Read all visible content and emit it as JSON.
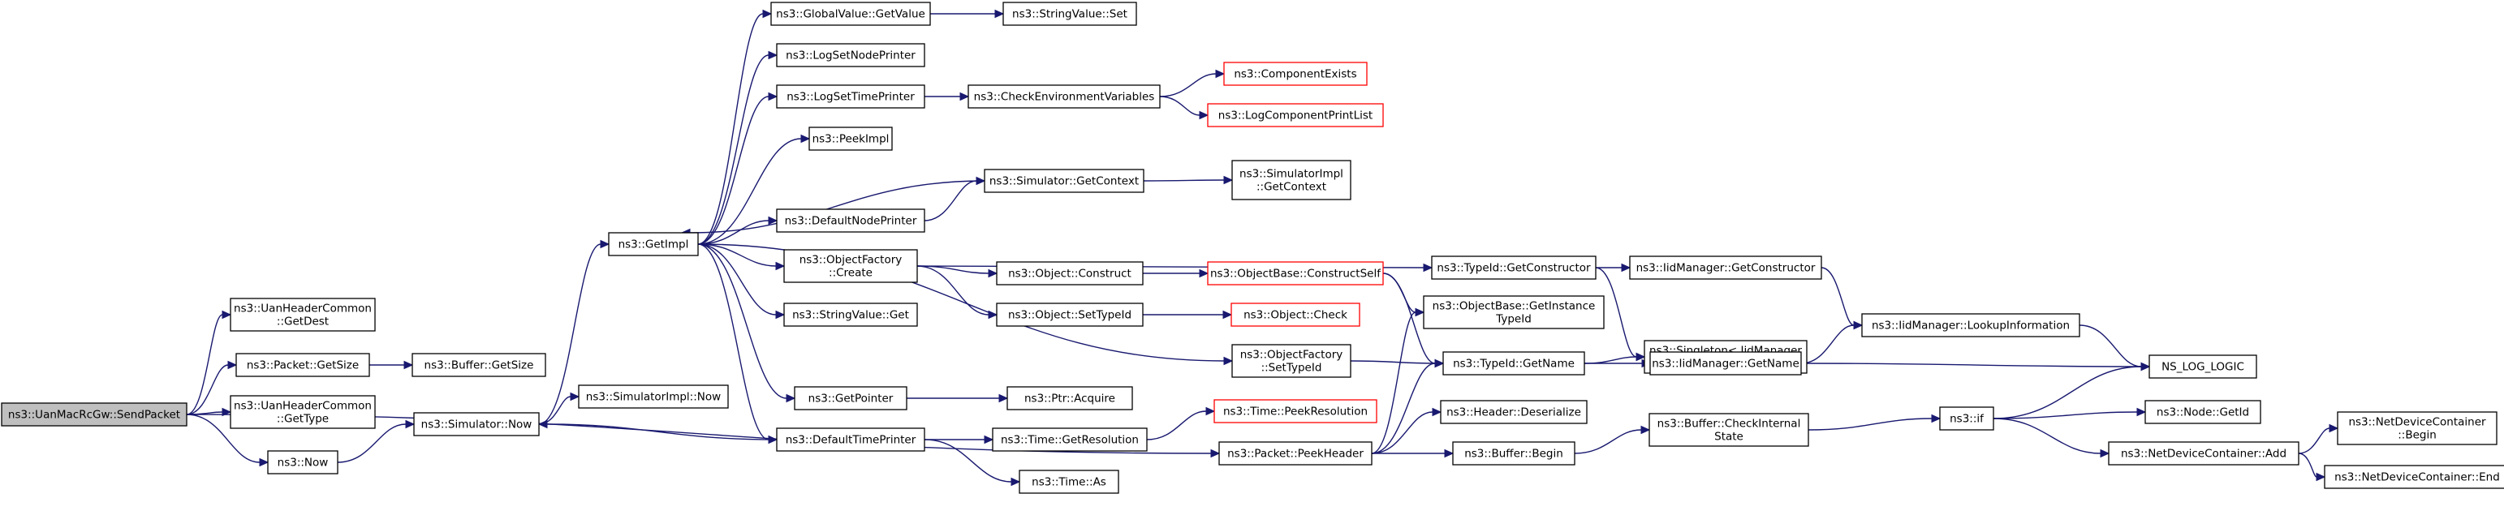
{
  "nodes": [
    {
      "id": "root",
      "lines": [
        "ns3::UanMacRcGw::SendPacket"
      ],
      "style": "root"
    },
    {
      "id": "getdest",
      "lines": [
        "ns3::UanHeaderCommon",
        "::GetDest"
      ]
    },
    {
      "id": "pkt_getsize",
      "lines": [
        "ns3::Packet::GetSize"
      ]
    },
    {
      "id": "buf_getsize",
      "lines": [
        "ns3::Buffer::GetSize"
      ]
    },
    {
      "id": "gettype",
      "lines": [
        "ns3::UanHeaderCommon",
        "::GetType"
      ]
    },
    {
      "id": "now",
      "lines": [
        "ns3::Now"
      ]
    },
    {
      "id": "sim_now",
      "lines": [
        "ns3::Simulator::Now"
      ]
    },
    {
      "id": "simimpl_now",
      "lines": [
        "ns3::SimulatorImpl::Now"
      ]
    },
    {
      "id": "getimpl",
      "lines": [
        "ns3::GetImpl"
      ]
    },
    {
      "id": "gv_getvalue",
      "lines": [
        "ns3::GlobalValue::GetValue"
      ]
    },
    {
      "id": "sv_set",
      "lines": [
        "ns3::StringValue::Set"
      ]
    },
    {
      "id": "logsetnode",
      "lines": [
        "ns3::LogSetNodePrinter"
      ]
    },
    {
      "id": "logsettime",
      "lines": [
        "ns3::LogSetTimePrinter"
      ]
    },
    {
      "id": "checkenv",
      "lines": [
        "ns3::CheckEnvironmentVariables"
      ]
    },
    {
      "id": "compexists",
      "lines": [
        "ns3::ComponentExists"
      ],
      "style": "red"
    },
    {
      "id": "logcomplist",
      "lines": [
        "ns3::LogComponentPrintList"
      ],
      "style": "red"
    },
    {
      "id": "peekimpl",
      "lines": [
        "ns3::PeekImpl"
      ]
    },
    {
      "id": "defnodeprinter",
      "lines": [
        "ns3::DefaultNodePrinter"
      ]
    },
    {
      "id": "sim_getcontext",
      "lines": [
        "ns3::Simulator::GetContext"
      ]
    },
    {
      "id": "simimpl_getcontext",
      "lines": [
        "ns3::SimulatorImpl",
        "::GetContext"
      ]
    },
    {
      "id": "of_create",
      "lines": [
        "ns3::ObjectFactory",
        "::Create"
      ]
    },
    {
      "id": "obj_construct",
      "lines": [
        "ns3::Object::Construct"
      ]
    },
    {
      "id": "ob_constructself",
      "lines": [
        "ns3::ObjectBase::ConstructSelf"
      ],
      "style": "red"
    },
    {
      "id": "obj_settypeid",
      "lines": [
        "ns3::Object::SetTypeId"
      ]
    },
    {
      "id": "obj_check",
      "lines": [
        "ns3::Object::Check"
      ],
      "style": "red"
    },
    {
      "id": "sv_get",
      "lines": [
        "ns3::StringValue::Get"
      ]
    },
    {
      "id": "of_settypeid",
      "lines": [
        "ns3::ObjectFactory",
        "::SetTypeId"
      ]
    },
    {
      "id": "getpointer",
      "lines": [
        "ns3::GetPointer"
      ]
    },
    {
      "id": "ptr_acquire",
      "lines": [
        "ns3::Ptr::Acquire"
      ]
    },
    {
      "id": "deftimeprinter",
      "lines": [
        "ns3::DefaultTimePrinter"
      ]
    },
    {
      "id": "time_getres",
      "lines": [
        "ns3::Time::GetResolution"
      ]
    },
    {
      "id": "time_peekres",
      "lines": [
        "ns3::Time::PeekResolution"
      ],
      "style": "red"
    },
    {
      "id": "time_as",
      "lines": [
        "ns3::Time::As"
      ]
    },
    {
      "id": "tid_getctor",
      "lines": [
        "ns3::TypeId::GetConstructor"
      ]
    },
    {
      "id": "ob_getinst",
      "lines": [
        "ns3::ObjectBase::GetInstance",
        "TypeId"
      ]
    },
    {
      "id": "tid_getname",
      "lines": [
        "ns3::TypeId::GetName"
      ]
    },
    {
      "id": "singleton_get",
      "lines": [
        "ns3::Singleton< IidManager",
        " >::Get"
      ]
    },
    {
      "id": "iid_getctor",
      "lines": [
        "ns3::IidManager::GetConstructor"
      ]
    },
    {
      "id": "iid_getname",
      "lines": [
        "ns3::IidManager::GetName"
      ]
    },
    {
      "id": "iid_lookup",
      "lines": [
        "ns3::IidManager::LookupInformation"
      ]
    },
    {
      "id": "ns_log_logic",
      "lines": [
        "NS_LOG_LOGIC"
      ]
    },
    {
      "id": "pkt_peekheader",
      "lines": [
        "ns3::Packet::PeekHeader"
      ]
    },
    {
      "id": "hdr_deserialize",
      "lines": [
        "ns3::Header::Deserialize"
      ]
    },
    {
      "id": "buf_begin",
      "lines": [
        "ns3::Buffer::Begin"
      ]
    },
    {
      "id": "buf_checkinternal",
      "lines": [
        "ns3::Buffer::CheckInternal",
        "State"
      ]
    },
    {
      "id": "if",
      "lines": [
        "ns3::if"
      ]
    },
    {
      "id": "node_getid",
      "lines": [
        "ns3::Node::GetId"
      ]
    },
    {
      "id": "ndc_add",
      "lines": [
        "ns3::NetDeviceContainer::Add"
      ]
    },
    {
      "id": "ndc_begin",
      "lines": [
        "ns3::NetDeviceContainer",
        "::Begin"
      ]
    },
    {
      "id": "ndc_end",
      "lines": [
        "ns3::NetDeviceContainer::End"
      ]
    }
  ],
  "edges": [
    [
      "root",
      "getdest"
    ],
    [
      "root",
      "pkt_getsize"
    ],
    [
      "root",
      "gettype"
    ],
    [
      "root",
      "now"
    ],
    [
      "root",
      "pkt_peekheader"
    ],
    [
      "pkt_getsize",
      "buf_getsize"
    ],
    [
      "now",
      "sim_now"
    ],
    [
      "sim_now",
      "getimpl"
    ],
    [
      "sim_now",
      "simimpl_now"
    ],
    [
      "getimpl",
      "gv_getvalue"
    ],
    [
      "getimpl",
      "logsetnode"
    ],
    [
      "getimpl",
      "logsettime"
    ],
    [
      "getimpl",
      "peekimpl"
    ],
    [
      "getimpl",
      "defnodeprinter"
    ],
    [
      "getimpl",
      "of_create"
    ],
    [
      "getimpl",
      "sv_get"
    ],
    [
      "getimpl",
      "of_settypeid"
    ],
    [
      "getimpl",
      "getpointer"
    ],
    [
      "getimpl",
      "deftimeprinter"
    ],
    [
      "gv_getvalue",
      "sv_set"
    ],
    [
      "logsettime",
      "checkenv"
    ],
    [
      "checkenv",
      "compexists"
    ],
    [
      "checkenv",
      "logcomplist"
    ],
    [
      "defnodeprinter",
      "sim_getcontext"
    ],
    [
      "sim_getcontext",
      "getimpl"
    ],
    [
      "sim_getcontext",
      "simimpl_getcontext"
    ],
    [
      "of_create",
      "obj_construct"
    ],
    [
      "of_create",
      "obj_settypeid"
    ],
    [
      "of_create",
      "tid_getctor"
    ],
    [
      "obj_construct",
      "ob_constructself"
    ],
    [
      "ob_constructself",
      "ob_getinst"
    ],
    [
      "ob_constructself",
      "tid_getname"
    ],
    [
      "obj_settypeid",
      "obj_check"
    ],
    [
      "of_settypeid",
      "tid_getname"
    ],
    [
      "getpointer",
      "ptr_acquire"
    ],
    [
      "deftimeprinter",
      "sim_now"
    ],
    [
      "deftimeprinter",
      "time_getres"
    ],
    [
      "deftimeprinter",
      "time_as"
    ],
    [
      "time_getres",
      "time_peekres"
    ],
    [
      "tid_getctor",
      "iid_getctor"
    ],
    [
      "tid_getctor",
      "singleton_get"
    ],
    [
      "iid_getctor",
      "iid_lookup"
    ],
    [
      "tid_getname",
      "singleton_get"
    ],
    [
      "tid_getname",
      "iid_getname"
    ],
    [
      "iid_getname",
      "iid_lookup"
    ],
    [
      "iid_getname",
      "ns_log_logic"
    ],
    [
      "iid_lookup",
      "ns_log_logic"
    ],
    [
      "pkt_peekheader",
      "ob_getinst"
    ],
    [
      "pkt_peekheader",
      "tid_getname"
    ],
    [
      "pkt_peekheader",
      "hdr_deserialize"
    ],
    [
      "pkt_peekheader",
      "buf_begin"
    ],
    [
      "buf_begin",
      "buf_checkinternal"
    ],
    [
      "buf_checkinternal",
      "if"
    ],
    [
      "if",
      "ns_log_logic"
    ],
    [
      "if",
      "node_getid"
    ],
    [
      "if",
      "ndc_add"
    ],
    [
      "ndc_add",
      "ndc_begin"
    ],
    [
      "ndc_add",
      "ndc_end"
    ]
  ]
}
